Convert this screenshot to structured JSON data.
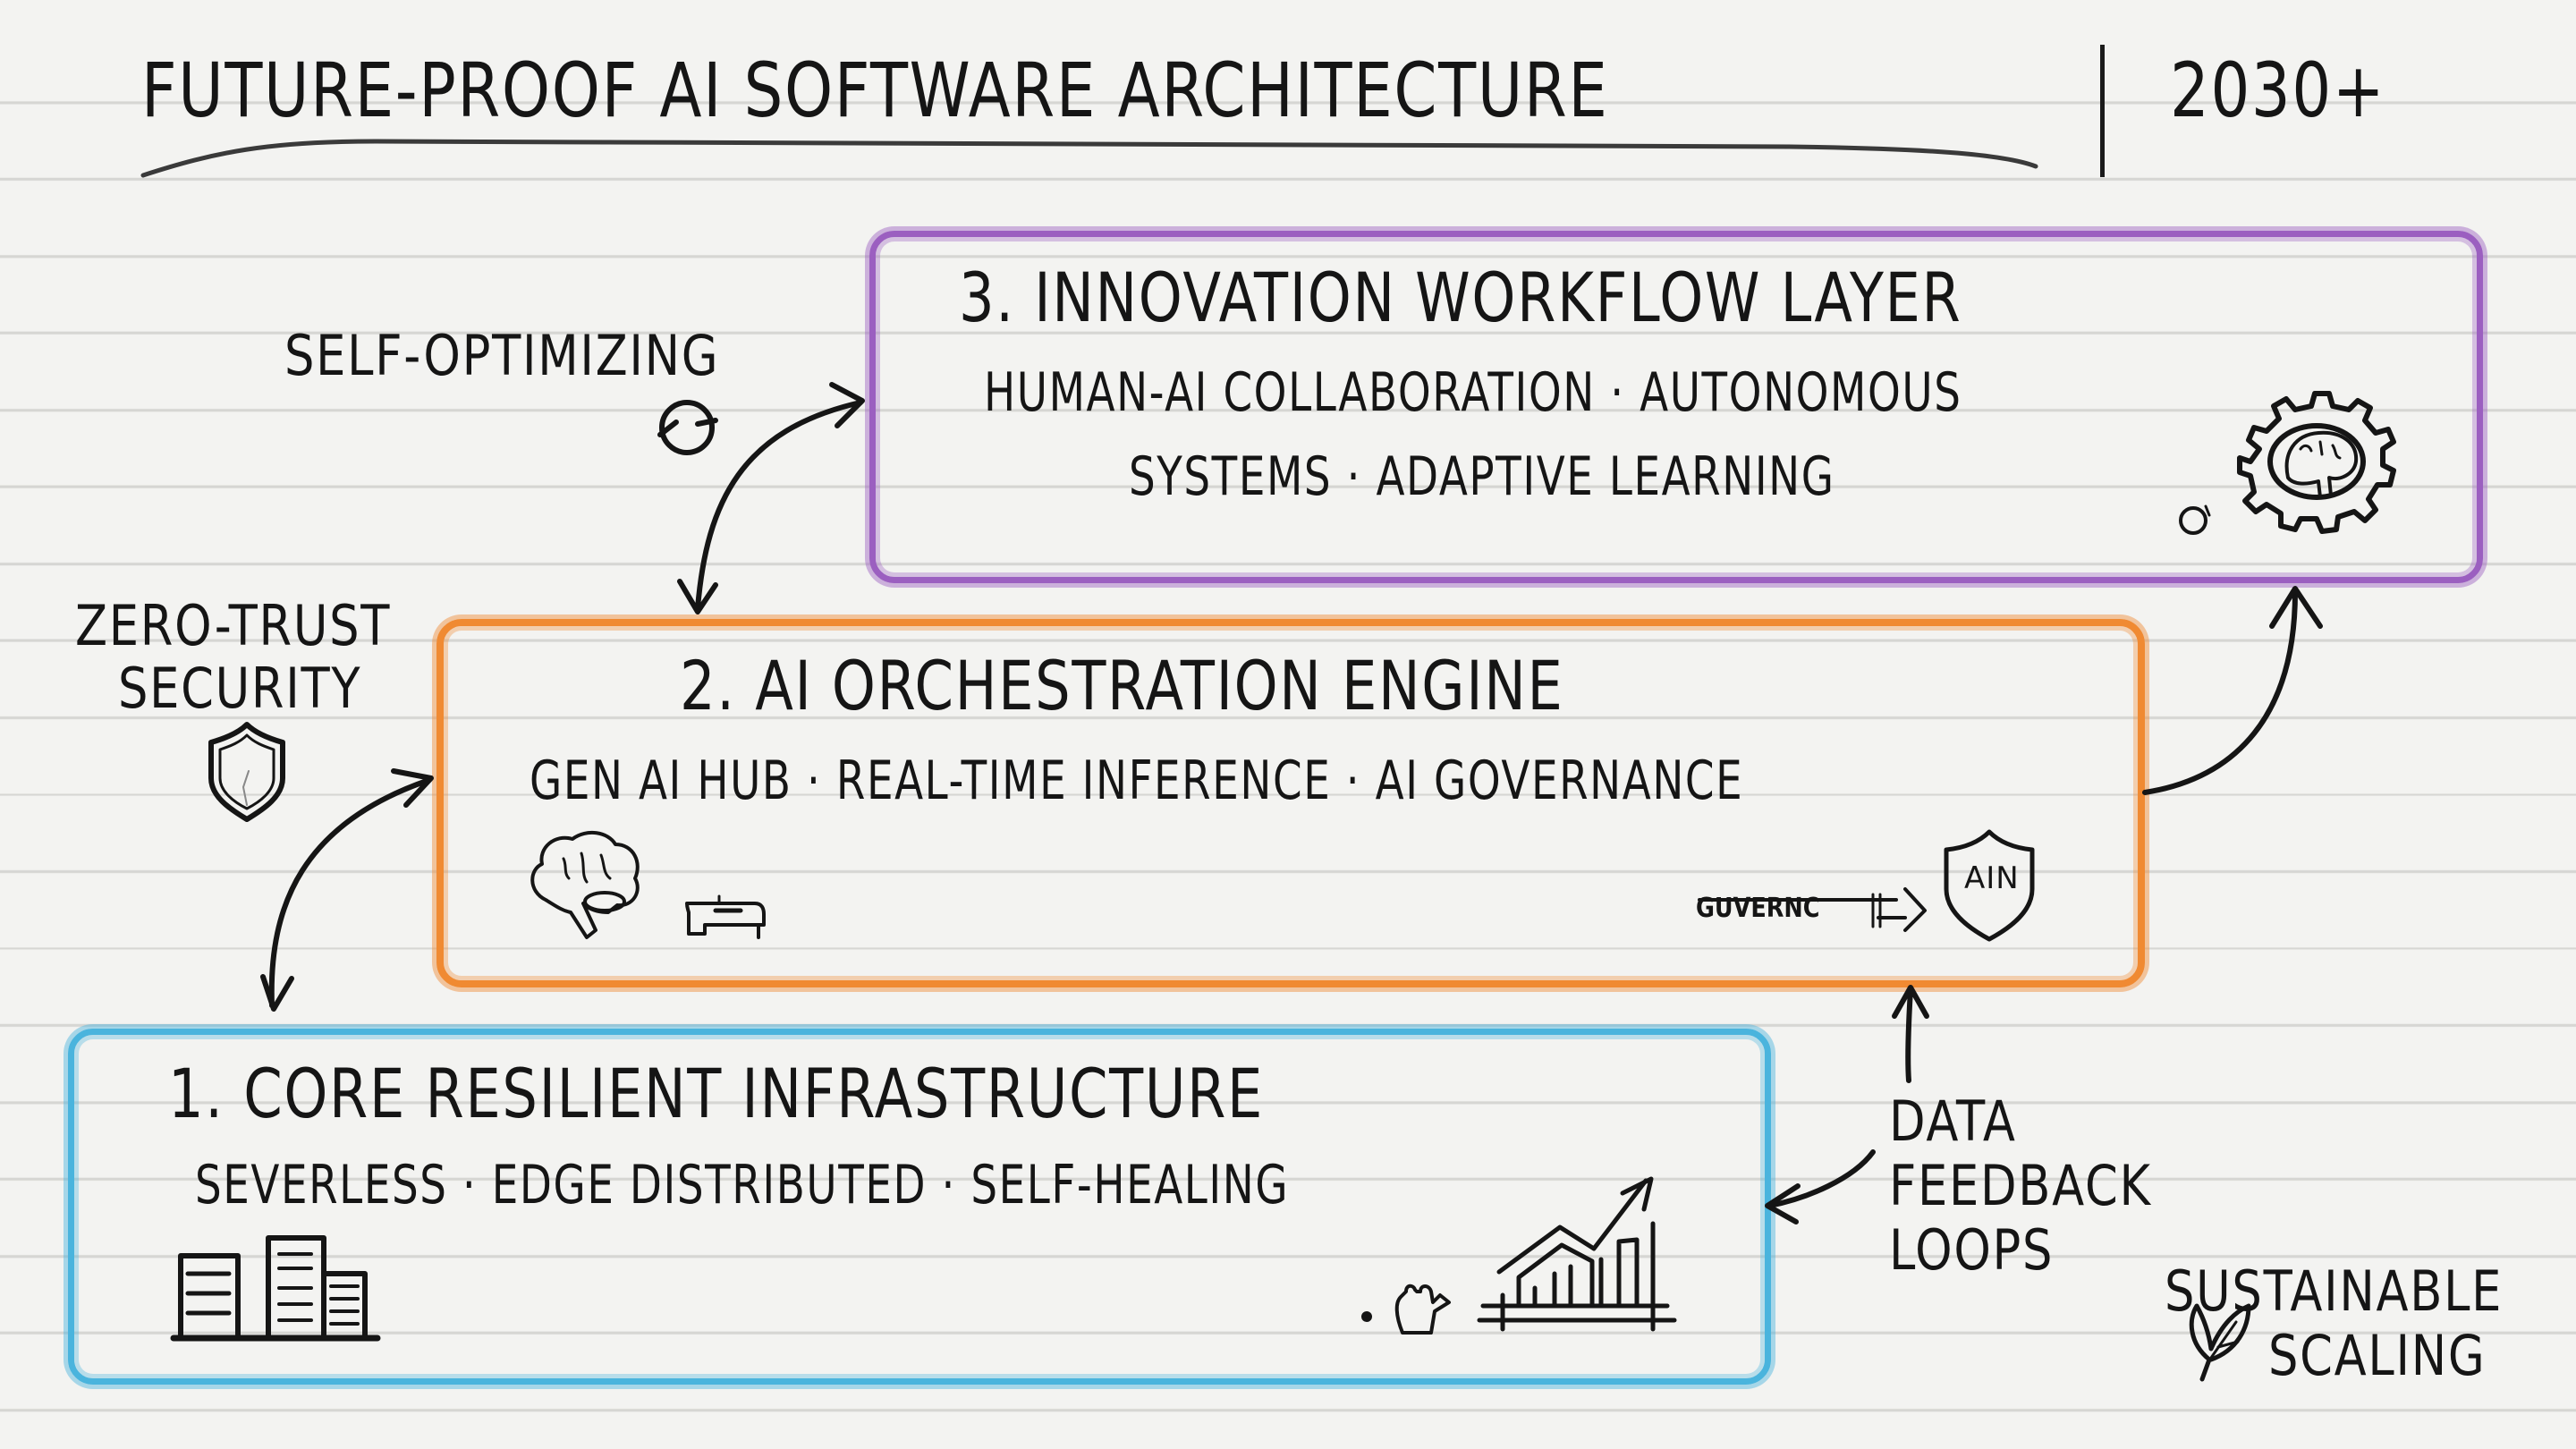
{
  "title": {
    "main": "Future-Proof AI Software Architecture",
    "separator": "|",
    "year": "2030+"
  },
  "layers": [
    {
      "number": 3,
      "title": "3. Innovation Workflow Layer",
      "subtitle_line1": "Human-AI Collaboration · Autonomous",
      "subtitle_line2": "Systems · Adaptive Learning",
      "color": "#9b5fc0",
      "icons": [
        "gear-brain-icon",
        "loop-icon"
      ]
    },
    {
      "number": 2,
      "title": "2. AI Orchestration Engine",
      "subtitle": "Gen AI Hub · Real-Time Inference · AI Governance",
      "color": "#f08a32",
      "icons": [
        "brain-icon",
        "gpu-device-icon",
        "governance-arrow-icon",
        "ai-shield-icon"
      ],
      "governance_arrow_label": "Guvernc",
      "shield_label": "AIN"
    },
    {
      "number": 1,
      "title": "1. Core Resilient Infrastructure",
      "subtitle": "Severless · Edge Distributed · Self-Healing",
      "color": "#4ab4dd",
      "icons": [
        "server-racks-icon",
        "hand-icon",
        "growth-chart-icon"
      ]
    }
  ],
  "annotations": {
    "self_optimizing": "Self-Optimizing",
    "zero_trust_line1": "Zero-Trust",
    "zero_trust_line2": "Security",
    "data_feedback_line1": "Data",
    "data_feedback_line2": "Feedback",
    "data_feedback_line3": "Loops",
    "sustainable_line1": "Sustainable",
    "sustainable_line2": "Scaling"
  },
  "colors": {
    "background": "#f3f3f1",
    "ruled_line": "#d6d6d3",
    "ink": "#151515",
    "layer3": "#9b5fc0",
    "layer2": "#f08a32",
    "layer1": "#4ab4dd"
  }
}
